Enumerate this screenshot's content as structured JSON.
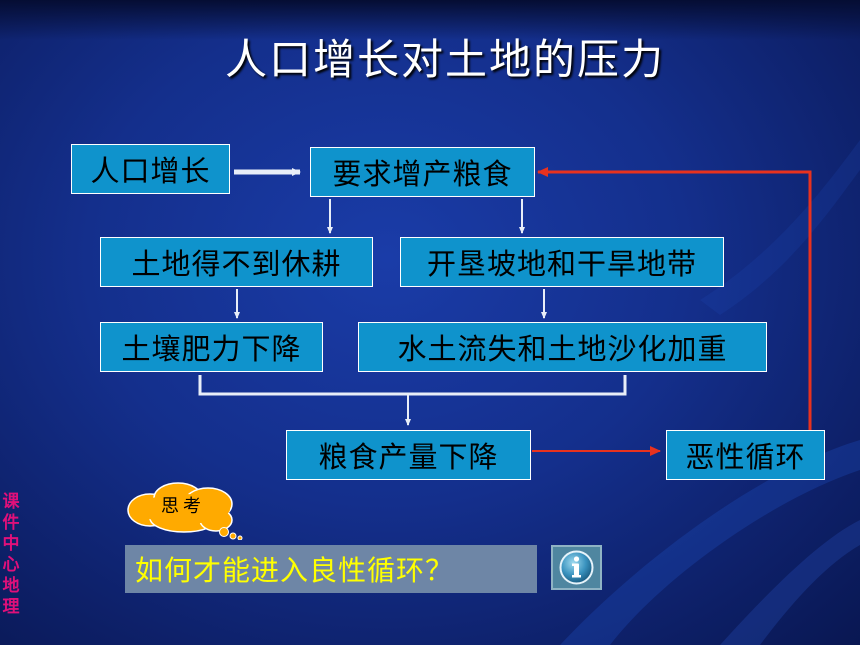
{
  "title": "人口增长对土地的压力",
  "nodes": {
    "population_growth": "人口增长",
    "demand_more_grain": "要求增产粮食",
    "land_no_fallow": "土地得不到休耕",
    "reclaim_slopes": "开垦坡地和干旱地带",
    "soil_fertility_decline": "土壤肥力下降",
    "erosion_desertification": "水土流失和土地沙化加重",
    "grain_output_decline": "粮食产量下降",
    "vicious_cycle": "恶性循环"
  },
  "think_bubble": "思考",
  "question": "如何才能进入良性循环？",
  "watermark": [
    "课",
    "件",
    "中",
    "心",
    "地",
    "理"
  ],
  "colors": {
    "box_fill": "#0f93cc",
    "feedback_arrow": "#e8321e",
    "question_text": "#ffff00",
    "watermark": "#e0107a"
  },
  "icons": {
    "info_button": "info-icon",
    "bubble": "thought-cloud-icon"
  }
}
